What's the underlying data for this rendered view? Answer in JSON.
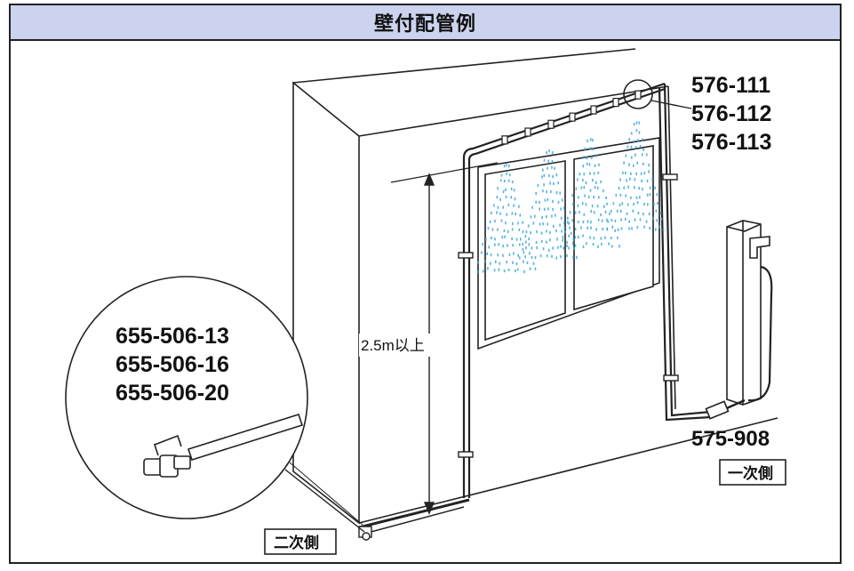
{
  "title": "壁付配管例",
  "height_label": "2.5m以上",
  "nozzle_codes": [
    "576-111",
    "576-112",
    "576-113"
  ],
  "valve_codes": [
    "655-506-13",
    "655-506-16",
    "655-506-20"
  ],
  "joint_code": "575-908",
  "primary_side": "一次側",
  "secondary_side": "二次側",
  "colors": {
    "title_bg": "#ccd3ee",
    "mist": "#3aa6dc",
    "line": "#222222"
  }
}
